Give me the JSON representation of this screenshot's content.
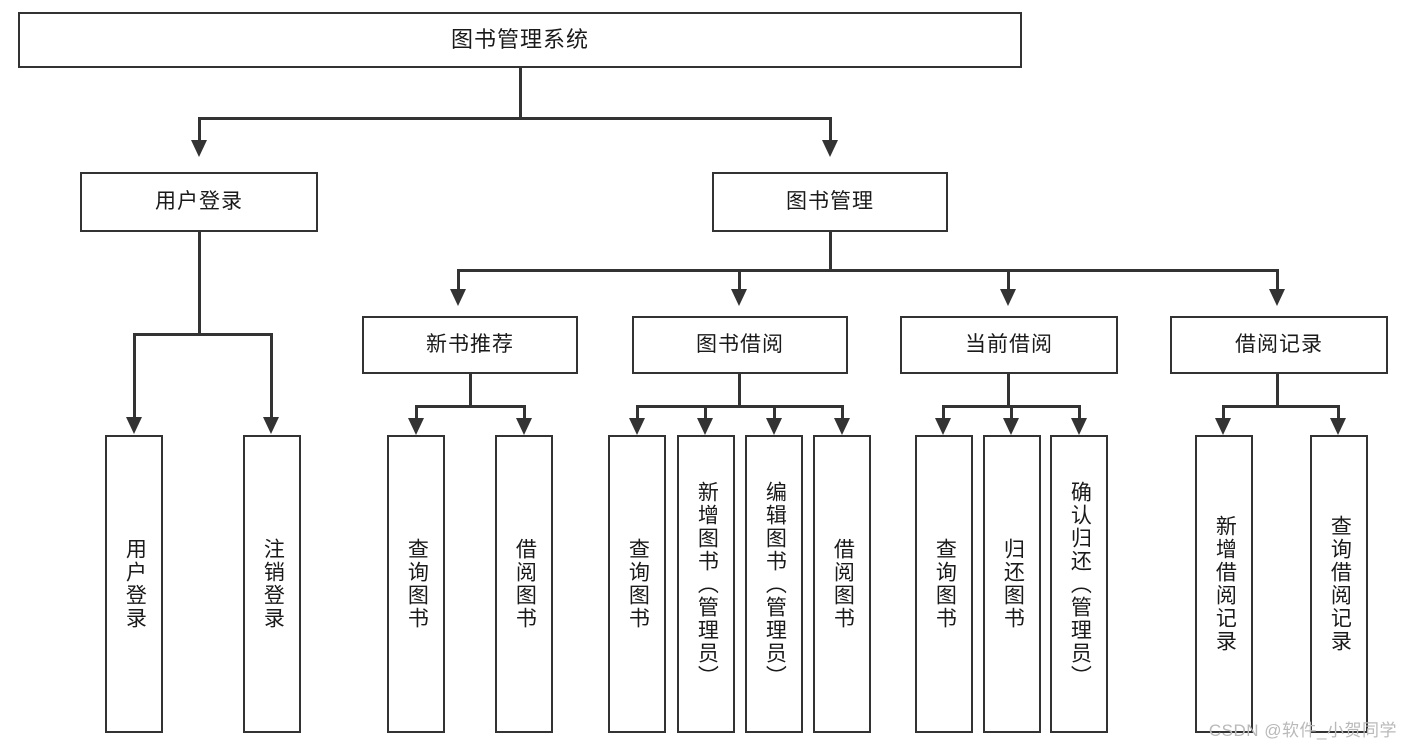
{
  "diagram": {
    "type": "tree",
    "title": "图书管理系统",
    "watermark": "CSDN @软件_小贺同学",
    "nodes": {
      "root": {
        "label": "图书管理系统"
      },
      "level2": [
        {
          "label": "用户登录"
        },
        {
          "label": "图书管理"
        }
      ],
      "level3": [
        {
          "label": "新书推荐"
        },
        {
          "label": "图书借阅"
        },
        {
          "label": "当前借阅"
        },
        {
          "label": "借阅记录"
        }
      ],
      "leaves": {
        "user_login": [
          {
            "label": "用户登录"
          },
          {
            "label": "注销登录"
          }
        ],
        "new_book": [
          {
            "label": "查询图书"
          },
          {
            "label": "借阅图书"
          }
        ],
        "book_borrow": [
          {
            "label": "查询图书"
          },
          {
            "label": "新增图书（管理员）"
          },
          {
            "label": "编辑图书（管理员）"
          },
          {
            "label": "借阅图书"
          }
        ],
        "current_borrow": [
          {
            "label": "查询图书"
          },
          {
            "label": "归还图书"
          },
          {
            "label": "确认归还（管理员）"
          }
        ],
        "borrow_record": [
          {
            "label": "新增借阅记录"
          },
          {
            "label": "查询借阅记录"
          }
        ]
      }
    },
    "colors": {
      "stroke": "#333333",
      "fill": "#ffffff",
      "text": "#1a1a1a",
      "watermark": "#b9b9b9"
    }
  }
}
